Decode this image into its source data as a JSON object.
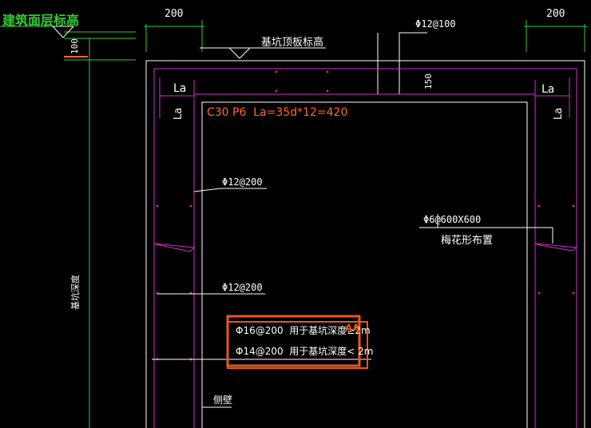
{
  "labels": {
    "building_floor_elevation": "建筑面层标高",
    "dim_200_left": "200",
    "dim_200_right": "200",
    "dim_100": "100",
    "pit_top_elevation": "基坑顶板标高",
    "top_rebar": "Φ12@100",
    "dim_150": "150",
    "la_left": "La",
    "la_right": "La",
    "la_vert_left": "La",
    "la_vert_right": "La",
    "concrete_spec": "C30 P6  La=35d*12=420",
    "wall_rebar_1": "Φ12@200",
    "wall_rebar_2": "Φ12@200",
    "tie_rebar": "Φ6@600X600",
    "tie_layout": "梅花形布置",
    "pit_depth": "基坑深度",
    "rebar_deep": "Φ16@200  用于基坑深度≥2m",
    "rebar_shallow": "Φ14@200  用于基坑深度< 2m",
    "tag": "AA",
    "side_wall": "侧壁"
  },
  "colors": {
    "background": "#000000",
    "outline": "#ffffff",
    "rebar": "#cc33cc",
    "dimension": "#33cc33",
    "annotation_orange": "#ff6633",
    "highlight_box": "#e8581c"
  }
}
